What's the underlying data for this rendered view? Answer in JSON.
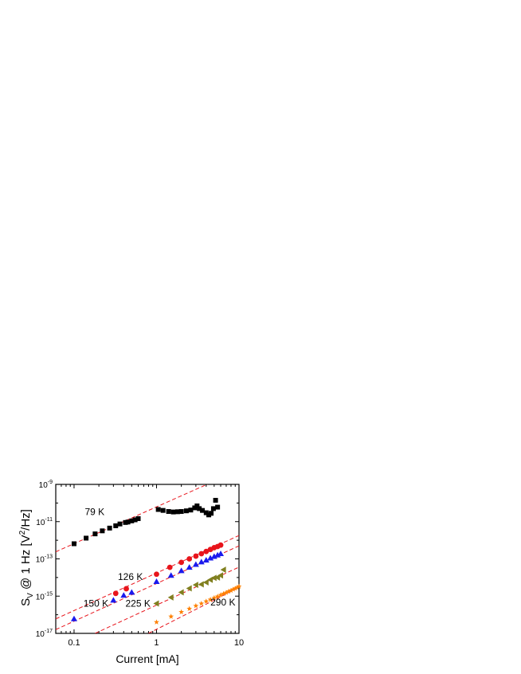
{
  "chart_data": {
    "type": "scatter",
    "xlabel": "Current [mA]",
    "ylabel": {
      "main": "S",
      "sub": "V",
      "mid": " @ 1 Hz [V",
      "sup": "2",
      "end": "/Hz]"
    },
    "x_scale": "log",
    "y_scale": "log",
    "xlim": [
      0.06,
      10
    ],
    "ylim": [
      1e-17,
      1e-09
    ],
    "x_ticks": [
      {
        "value": 0.1,
        "label": "0.1"
      },
      {
        "value": 1,
        "label": "1"
      },
      {
        "value": 10,
        "label": "10"
      }
    ],
    "y_ticks": [
      {
        "value": 1e-09,
        "base": "10",
        "exp": "-9"
      },
      {
        "value": 1e-11,
        "base": "10",
        "exp": "-11"
      },
      {
        "value": 1e-13,
        "base": "10",
        "exp": "-13"
      },
      {
        "value": 1e-15,
        "base": "10",
        "exp": "-15"
      },
      {
        "value": 1e-17,
        "base": "10",
        "exp": "-17"
      }
    ],
    "grid": false,
    "series": [
      {
        "name": "79 K",
        "marker": "square",
        "color": "#000000",
        "points": [
          [
            0.1,
            6.5e-13
          ],
          [
            0.14,
            1.3e-12
          ],
          [
            0.18,
            2.2e-12
          ],
          [
            0.22,
            3.2e-12
          ],
          [
            0.27,
            4.5e-12
          ],
          [
            0.32,
            6e-12
          ],
          [
            0.36,
            7.5e-12
          ],
          [
            0.42,
            9e-12
          ],
          [
            0.45,
            9.5e-12
          ],
          [
            0.5,
            1.1e-11
          ],
          [
            0.55,
            1.25e-11
          ],
          [
            0.6,
            1.45e-11
          ],
          [
            1.05,
            4.5e-11
          ],
          [
            1.2,
            4e-11
          ],
          [
            1.4,
            3.5e-11
          ],
          [
            1.6,
            3.3e-11
          ],
          [
            1.8,
            3.4e-11
          ],
          [
            2.0,
            3.5e-11
          ],
          [
            2.3,
            3.8e-11
          ],
          [
            2.6,
            4.2e-11
          ],
          [
            2.9,
            5.5e-11
          ],
          [
            3.1,
            7e-11
          ],
          [
            3.3,
            5e-11
          ],
          [
            3.6,
            4e-11
          ],
          [
            4.0,
            3e-11
          ],
          [
            4.3,
            2.3e-11
          ],
          [
            4.6,
            2.8e-11
          ],
          [
            4.9,
            5e-11
          ],
          [
            5.2,
            1.4e-10
          ],
          [
            5.5,
            6e-11
          ]
        ],
        "fit": [
          [
            0.06,
            2.4e-13
          ],
          [
            4.6,
            1.26e-09
          ]
        ]
      },
      {
        "name": "126 K",
        "marker": "circle",
        "color": "#e8141b",
        "points": [
          [
            0.32,
            1.4e-15
          ],
          [
            0.43,
            2.5e-15
          ],
          [
            1.0,
            1.5e-14
          ],
          [
            1.45,
            3.5e-14
          ],
          [
            2.0,
            6.5e-14
          ],
          [
            2.5,
            1e-13
          ],
          [
            3.0,
            1.4e-13
          ],
          [
            3.5,
            1.9e-13
          ],
          [
            4.0,
            2.5e-13
          ],
          [
            4.5,
            3.2e-13
          ],
          [
            5.0,
            4e-13
          ],
          [
            5.5,
            4.6e-13
          ],
          [
            6.0,
            5.5e-13
          ]
        ],
        "fit": [
          [
            0.06,
            6e-17
          ],
          [
            10,
            1.8e-12
          ]
        ]
      },
      {
        "name": "150 K",
        "marker": "triangle-up",
        "color": "#1a1aee",
        "points": [
          [
            0.1,
            6e-17
          ],
          [
            0.3,
            6e-16
          ],
          [
            0.4,
            1.1e-15
          ],
          [
            0.5,
            1.6e-15
          ],
          [
            1.0,
            6e-15
          ],
          [
            1.5,
            1.3e-14
          ],
          [
            2.0,
            2.3e-14
          ],
          [
            2.5,
            3.5e-14
          ],
          [
            3.0,
            5e-14
          ],
          [
            3.5,
            6.8e-14
          ],
          [
            4.0,
            8.5e-14
          ],
          [
            4.5,
            1.1e-13
          ],
          [
            5.0,
            1.35e-13
          ],
          [
            5.5,
            1.6e-13
          ],
          [
            6.0,
            1.9e-13
          ]
        ],
        "fit": [
          [
            0.06,
            1.6e-17
          ],
          [
            10,
            5e-13
          ]
        ]
      },
      {
        "name": "225 K",
        "marker": "triangle-left",
        "color": "#808020",
        "points": [
          [
            1.0,
            4e-16
          ],
          [
            1.5,
            8.5e-16
          ],
          [
            2.0,
            1.6e-15
          ],
          [
            2.5,
            2.6e-15
          ],
          [
            3.0,
            4e-15
          ],
          [
            3.5,
            4.3e-15
          ],
          [
            4.0,
            5.5e-15
          ],
          [
            4.5,
            7.5e-15
          ],
          [
            5.0,
            9.5e-15
          ],
          [
            5.5,
            1e-14
          ],
          [
            6.0,
            1.3e-14
          ],
          [
            6.5,
            2.6e-14
          ]
        ],
        "fit": [
          [
            0.18,
            1e-17
          ],
          [
            10,
            3.6e-14
          ]
        ]
      },
      {
        "name": "290 K",
        "marker": "star",
        "color": "#ff8000",
        "points": [
          [
            1.0,
            4e-17
          ],
          [
            1.5,
            8e-17
          ],
          [
            2.0,
            1.4e-16
          ],
          [
            2.5,
            2.1e-16
          ],
          [
            3.0,
            3e-16
          ],
          [
            3.5,
            4e-16
          ],
          [
            4.0,
            5.2e-16
          ],
          [
            4.5,
            6.5e-16
          ],
          [
            5.0,
            8e-16
          ],
          [
            5.5,
            9.5e-16
          ],
          [
            6.0,
            1.15e-15
          ],
          [
            6.5,
            1.35e-15
          ],
          [
            7.0,
            1.55e-15
          ],
          [
            7.5,
            1.8e-15
          ],
          [
            8.0,
            2e-15
          ],
          [
            8.5,
            2.3e-15
          ],
          [
            9.0,
            2.6e-15
          ],
          [
            9.5,
            2.9e-15
          ],
          [
            10.0,
            3.3e-15
          ]
        ],
        "fit": [
          [
            0.8,
            1e-17
          ],
          [
            10,
            2.9e-15
          ]
        ]
      }
    ],
    "annotations": [
      {
        "text": "79 K",
        "x": 0.135,
        "y": 2.2e-11
      },
      {
        "text": "126 K",
        "x": 0.34,
        "y": 7.5e-15
      },
      {
        "text": "150 K",
        "x": 0.13,
        "y": 2.7e-16
      },
      {
        "text": "225 K",
        "x": 0.42,
        "y": 2.7e-16
      },
      {
        "text": "290 K",
        "x": 4.5,
        "y": 3.2e-16
      }
    ]
  }
}
